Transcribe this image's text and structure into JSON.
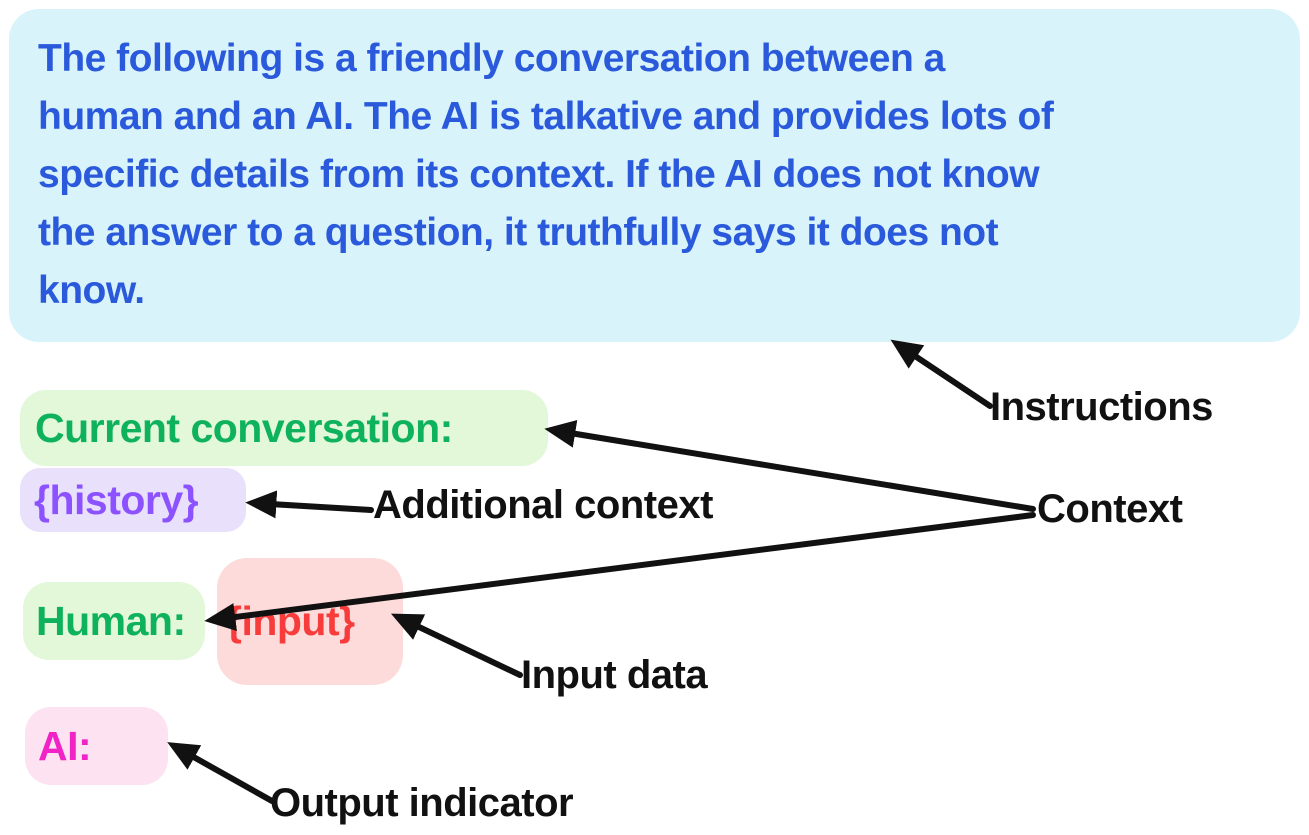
{
  "colors": {
    "background": "#ffffff",
    "instructions_box_bg": "#d8f3fa",
    "instructions_text": "#2a5adb",
    "green_chip_bg": "#e2f8d9",
    "green_text": "#0fb25c",
    "purple_chip_bg": "#e9e0fb",
    "purple_text": "#8c52ff",
    "red_chip_bg": "#fcdbda",
    "red_text": "#f83b3b",
    "pink_chip_bg": "#fde2f2",
    "magenta_text": "#f122c6",
    "annotation_text": "#111111",
    "arrow": "#111111"
  },
  "instructions_box": {
    "lines": [
      "The following is a friendly conversation between a",
      "human and an AI. The AI is talkative and provides lots of",
      "specific details from its context. If the AI does not know",
      "the answer to a question, it truthfully says it does not",
      "know."
    ]
  },
  "chips": {
    "current_conversation": "Current conversation:",
    "history": "{history}",
    "human": "Human:",
    "input": "{input}",
    "ai": "AI:"
  },
  "labels": {
    "instructions": "Instructions",
    "context": "Context",
    "additional_context": "Additional context",
    "input_data": "Input data",
    "output_indicator": "Output indicator"
  }
}
